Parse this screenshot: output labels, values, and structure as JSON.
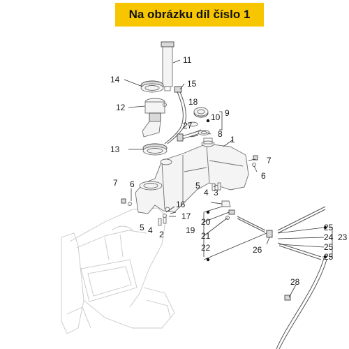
{
  "banner": {
    "text": "Na obrázku díl číslo 1"
  },
  "callouts": {
    "c1": "1",
    "c2": "2",
    "c3": "3",
    "c4a": "4",
    "c4b": "4",
    "c5a": "5",
    "c5b": "5",
    "c6a": "6",
    "c6b": "6",
    "c7a": "7",
    "c7b": "7",
    "c8": "8",
    "c9": "9",
    "c10": "10",
    "c11": "11",
    "c12": "12",
    "c13": "13",
    "c14": "14",
    "c15": "15",
    "c16": "16",
    "c17": "17",
    "c18": "18",
    "c19": "19",
    "c20": "20",
    "c21": "21",
    "c22": "22",
    "c23": "23",
    "c24": "24",
    "c25a": "25",
    "c25b": "25",
    "c25c": "25",
    "c26": "26",
    "c27": "27",
    "c28": "28"
  }
}
